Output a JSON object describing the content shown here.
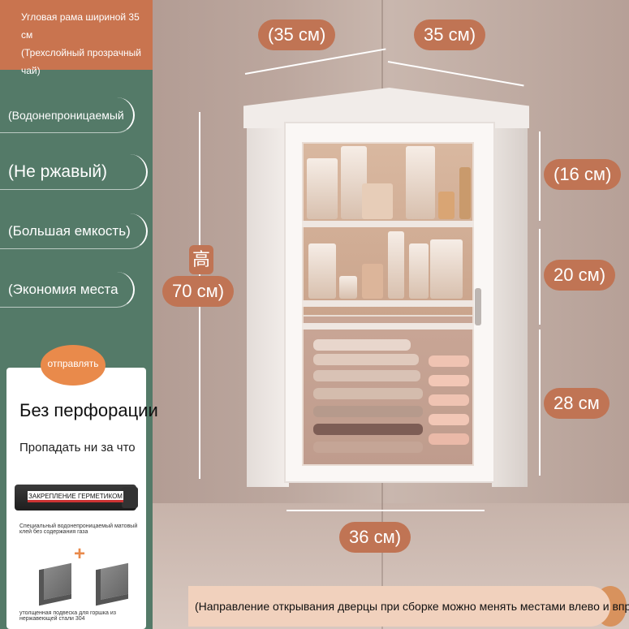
{
  "banner": {
    "line1": "Угловая рама шириной 35 см",
    "line2": "(Трехслойный прозрачный чай)"
  },
  "features": [
    {
      "label": "(Водонепроницаемый"
    },
    {
      "label": "(Не ржавый)"
    },
    {
      "label": "(Большая емкость)"
    },
    {
      "label": "(Экономия места"
    }
  ],
  "card": {
    "badge": "отправлять",
    "title": "Без перфорации",
    "subtitle": "Пропадать ни за что",
    "sealant_label": "ЗАКРЕПЛЕНИЕ ГЕРМЕТИКОМ",
    "sealant_caption": "Специальный водонепроницаемый матовый клей без содержания газа",
    "plus": "+",
    "hook_caption": "утолщенная подвеска для горшка из нержавеющей стали 304"
  },
  "dimensions": {
    "top_left": "(35 см)",
    "top_right": "35 см)",
    "shelf1": "(16 см)",
    "shelf2": "20 см)",
    "shelf3": "28 см",
    "bottom": "36 см)",
    "height_char": "高",
    "height": "70 см)"
  },
  "bottom_note": "(Направление открывания дверцы при сборке можно менять местами влево и вправо",
  "colors": {
    "accent": "#c07454",
    "panel": "#547a68",
    "banner": "#c9744f"
  }
}
